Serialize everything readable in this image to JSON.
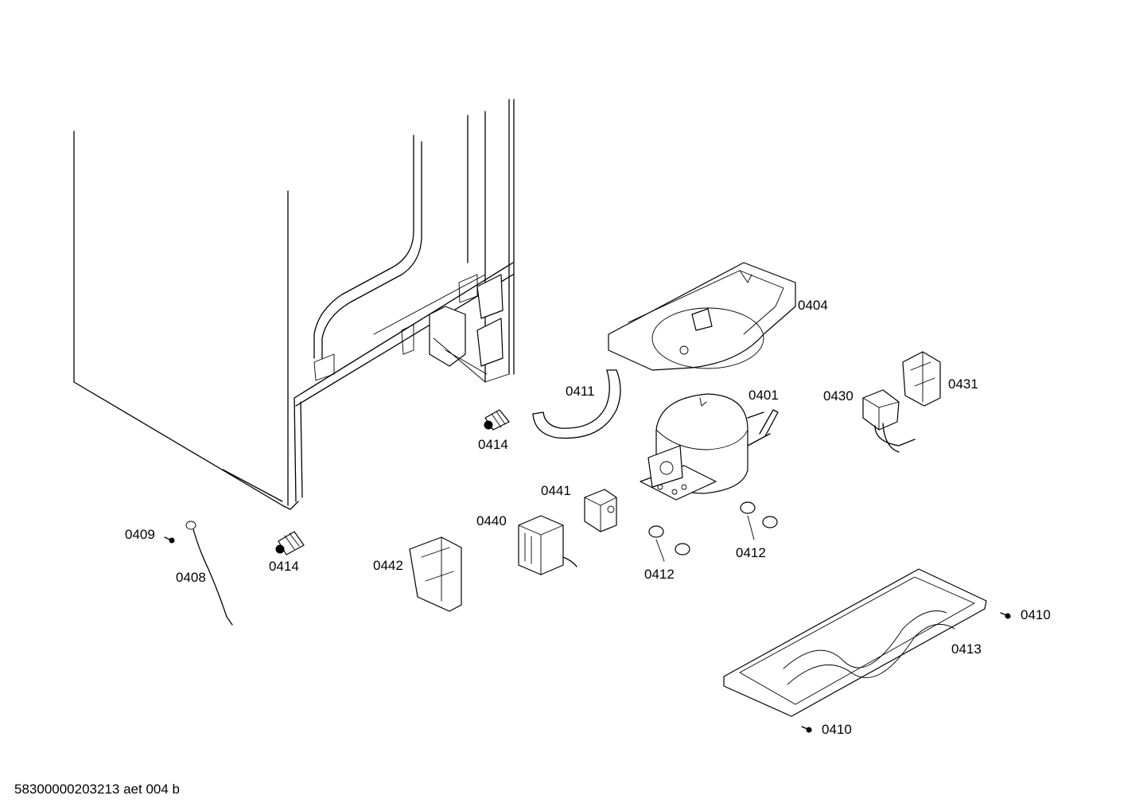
{
  "diagram": {
    "labels": {
      "l0404": "0404",
      "l0411": "0411",
      "l0401": "0401",
      "l0430": "0430",
      "l0431": "0431",
      "l0414a": "0414",
      "l0441": "0441",
      "l0440": "0440",
      "l0409": "0409",
      "l0414b": "0414",
      "l0408": "0408",
      "l0442": "0442",
      "l0412a": "0412",
      "l0412b": "0412",
      "l0410a": "0410",
      "l0413": "0413",
      "l0410b": "0410"
    },
    "footer": "58300000203213 aet 004 b"
  }
}
